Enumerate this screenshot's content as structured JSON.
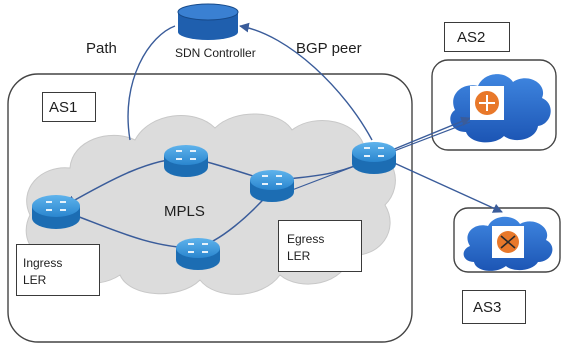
{
  "labels": {
    "path": "Path",
    "sdn_controller": "SDN Controller",
    "bgp_peer": "BGP peer",
    "as1": "AS1",
    "as2": "AS2",
    "as3": "AS3",
    "mpls": "MPLS",
    "ingress_line1": "Ingress",
    "ingress_line2": "LER",
    "egress_line1": "Egress",
    "egress_line2": "LER"
  },
  "icons": {
    "controller": "database-icon",
    "router": "router-icon"
  },
  "colors": {
    "link": "#3a5c9a",
    "cloud": "#dcdcdc",
    "as_cloud": "#2b6fd1",
    "router_body": "#2f8fd6",
    "controller": "#1f5fae",
    "as_router_center": "#e8782a"
  }
}
